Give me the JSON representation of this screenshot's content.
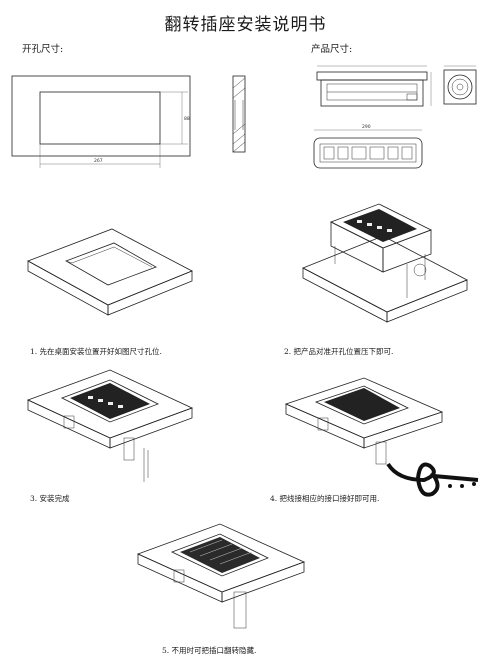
{
  "title": "翻转插座安装说明书",
  "hole_size_label": "开孔尺寸:",
  "product_size_label": "产品尺寸:",
  "dimensions": {
    "hole_width": "267",
    "hole_height": "88",
    "product_width": "290"
  },
  "steps": [
    {
      "text": "1. 先在桌面安装位置开好如图尺寸孔位."
    },
    {
      "text": "2. 把产品对准开孔位置压下即可."
    },
    {
      "text": "3. 安装完成"
    },
    {
      "text": "4. 把线接相应的接口接好即可用."
    },
    {
      "text": "5. 不用时可把插口翻转隐藏."
    }
  ]
}
